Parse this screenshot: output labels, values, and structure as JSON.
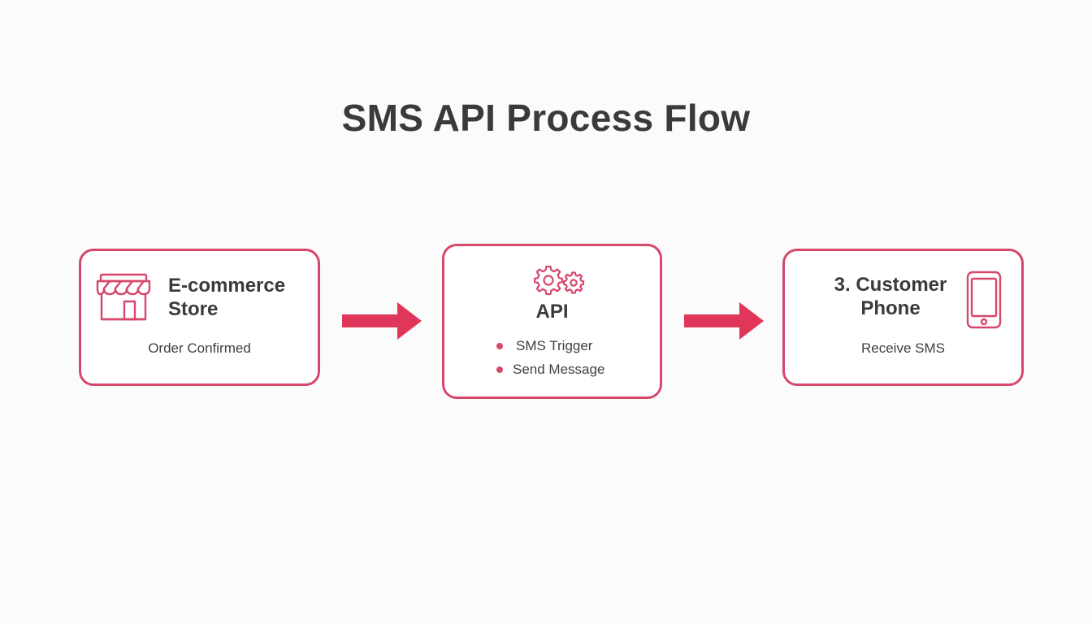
{
  "title": "SMS API Process Flow",
  "colors": {
    "accent": "#d6476a",
    "arrow": "#e0365a",
    "text": "#3a3a3a",
    "background": "#fbfbfb"
  },
  "steps": [
    {
      "icon": "storefront-icon",
      "heading_line1": "E-commerce",
      "heading_line2": "Store",
      "sub": "Order Confirmed"
    },
    {
      "icon": "gears-icon",
      "heading": "API",
      "bullets": [
        "SMS Trigger",
        "Send Message"
      ]
    },
    {
      "icon": "smartphone-icon",
      "heading_line1": "3. Customer",
      "heading_line2": "Phone",
      "sub": "Receive SMS"
    }
  ]
}
